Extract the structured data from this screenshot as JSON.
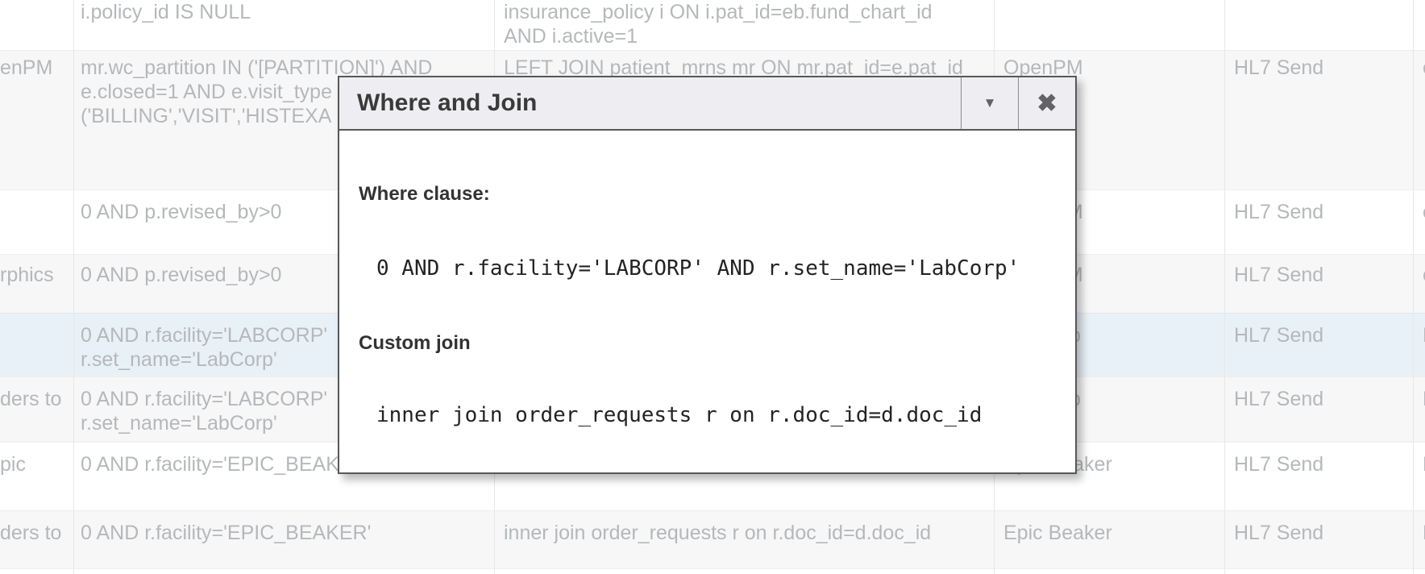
{
  "dialog": {
    "title": "Where and Join",
    "controls": {
      "collapse_glyph": "▼",
      "close_glyph": "✖"
    },
    "where_section": {
      "label": "Where clause:",
      "value": "0 AND r.facility='LABCORP' AND r.set_name='LabCorp'"
    },
    "join_section": {
      "label": "Custom join",
      "value": "inner join order_requests r on r.doc_id=d.doc_id"
    }
  },
  "table": {
    "rows": [
      {
        "name_fragment": "",
        "where_lines": [
          "i.policy_id IS NULL"
        ],
        "join_lines": [
          "insurance_policy i ON i.pat_id=eb.fund_chart_id",
          "AND i.active=1"
        ],
        "system": "",
        "message_type": "",
        "edge_fragment": ""
      },
      {
        "name_fragment": "enPM",
        "where_lines": [
          "mr.wc_partition IN ('[PARTITION]') AND",
          "e.closed=1 AND e.visit_type",
          "('BILLING','VISIT','HISTEXA"
        ],
        "join_lines": [
          "LEFT JOIN patient_mrns mr ON mr.pat_id=e.pat_id"
        ],
        "system": "OpenPM",
        "message_type": "HL7 Send",
        "edge_fragment": "e"
      },
      {
        "name_fragment": "",
        "where_lines": [
          "0 AND p.revised_by>0"
        ],
        "join_lines": [],
        "system": "OpenPM",
        "message_type": "HL7 Send",
        "edge_fragment": "e"
      },
      {
        "name_fragment": "rphics",
        "where_lines": [
          "0 AND p.revised_by>0"
        ],
        "join_lines": [],
        "system": "OpenPM",
        "message_type": "HL7 Send",
        "edge_fragment": "e"
      },
      {
        "name_fragment": "",
        "selected": true,
        "where_lines": [
          "0 AND r.facility='LABCORP'",
          "r.set_name='LabCorp'"
        ],
        "join_lines": [],
        "system": "LabCorp",
        "message_type": "HL7 Send",
        "edge_fragment": "L"
      },
      {
        "name_fragment": "ders to",
        "where_lines": [
          "0 AND r.facility='LABCORP'",
          "r.set_name='LabCorp'"
        ],
        "join_lines": [],
        "system": "LabCorp",
        "message_type": "HL7 Send",
        "edge_fragment": "L"
      },
      {
        "name_fragment": "pic",
        "where_lines": [
          "0 AND r.facility='EPIC_BEAKER'"
        ],
        "join_lines": [],
        "system": "Epic Beaker",
        "message_type": "HL7 Send",
        "edge_fragment": "L"
      },
      {
        "name_fragment": "ders to",
        "where_lines": [
          "0 AND r.facility='EPIC_BEAKER'"
        ],
        "join_lines": [
          "inner join order_requests r on r.doc_id=d.doc_id"
        ],
        "system": "Epic Beaker",
        "message_type": "HL7 Send",
        "edge_fragment": "L"
      }
    ]
  },
  "colors": {
    "row_stripe": "#f7f7f8",
    "row_selected": "#e9f1f8",
    "table_text": "#b5b8bb",
    "gridline": "#e7e7e9",
    "dialog_border": "#58585a",
    "dialog_header_bg": "#eeeef2",
    "dialog_title_text": "#3a3a3a",
    "dialog_code_text": "#232323"
  }
}
